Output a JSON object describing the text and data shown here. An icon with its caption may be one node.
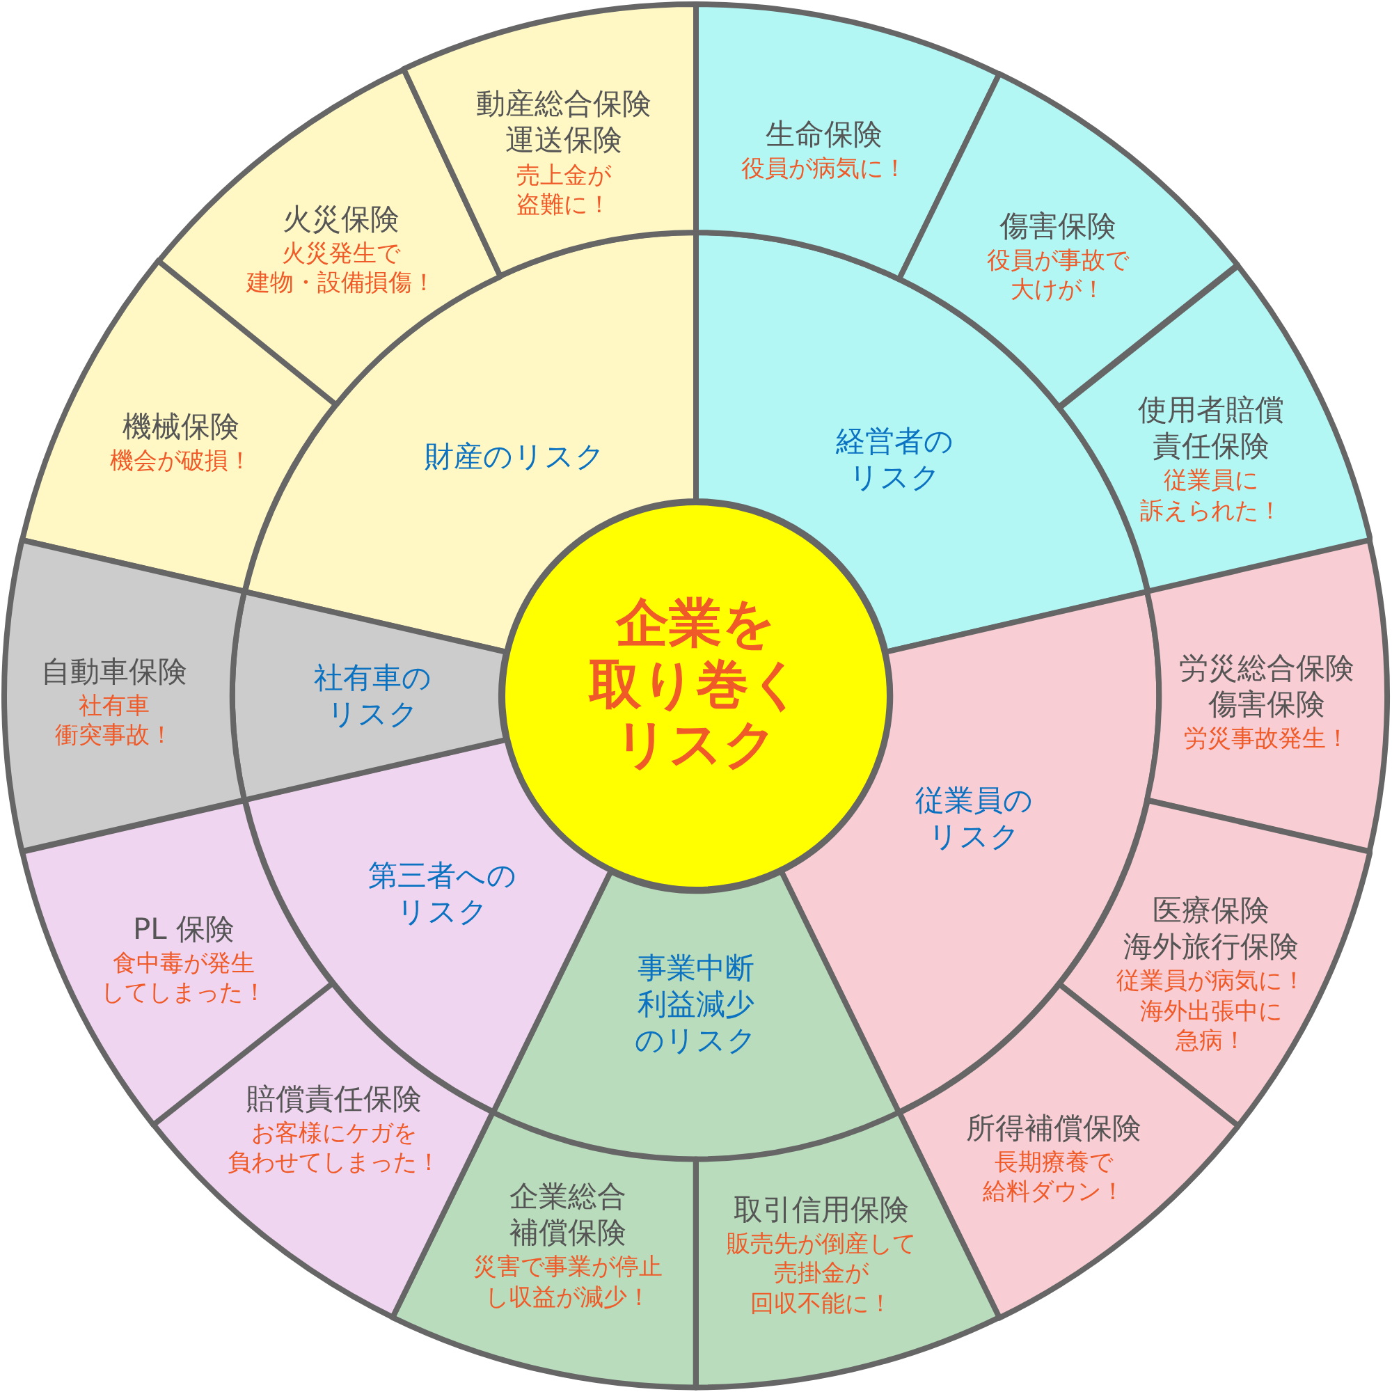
{
  "diagram": {
    "nodes": [
      {
        "text": [
          "企業を取り巻くリスク"
        ]
      },
      {
        "text": [
          "財産のリスク"
        ]
      },
      {
        "text": [
          "経営者のリスク"
        ]
      },
      {
        "text": [
          "従業員のリスク"
        ]
      },
      {
        "text": [
          "事業中断利益減少のリスク"
        ]
      },
      {
        "text": [
          "第三者へのリスク"
        ]
      },
      {
        "text": [
          "社有車のリスク"
        ]
      },
      {
        "text": [
          "機械保険",
          "機会が破損！"
        ]
      },
      {
        "text": [
          "火災保険",
          "火災発生で建物・設備損傷！"
        ]
      },
      {
        "text": [
          "動産総合保険運送保険",
          "売上金が盗難に！"
        ]
      },
      {
        "text": [
          "生命保険",
          "役員が病気に！"
        ]
      },
      {
        "text": [
          "傷害保険",
          "役員が事故で大けが！"
        ]
      },
      {
        "text": [
          "使用者賠償責任保険",
          "従業員に訴えられた！"
        ]
      },
      {
        "text": [
          "労災総合保険傷害保険",
          "労災事故発生！"
        ]
      },
      {
        "text": [
          "医療保険海外旅行保険",
          "従業員が病気に！海外出張中に急病！"
        ]
      },
      {
        "text": [
          "所得補償保険",
          "長期療養で給料ダウン！"
        ]
      },
      {
        "text": [
          "取引信用保険",
          "販売先が倒産して売掛金が回収不能に！"
        ]
      },
      {
        "text": [
          "企業総合補償保険",
          "災害で事業が停止し収益が減少！"
        ]
      },
      {
        "text": [
          "賠償責任保険",
          "お客様にケガを負わせてしまった！"
        ]
      },
      {
        "text": [
          "PL 保険",
          "食中毒が発生してしまった！"
        ]
      },
      {
        "text": [
          "自動車保険",
          "社有車衝突事故！"
        ]
      }
    ]
  }
}
